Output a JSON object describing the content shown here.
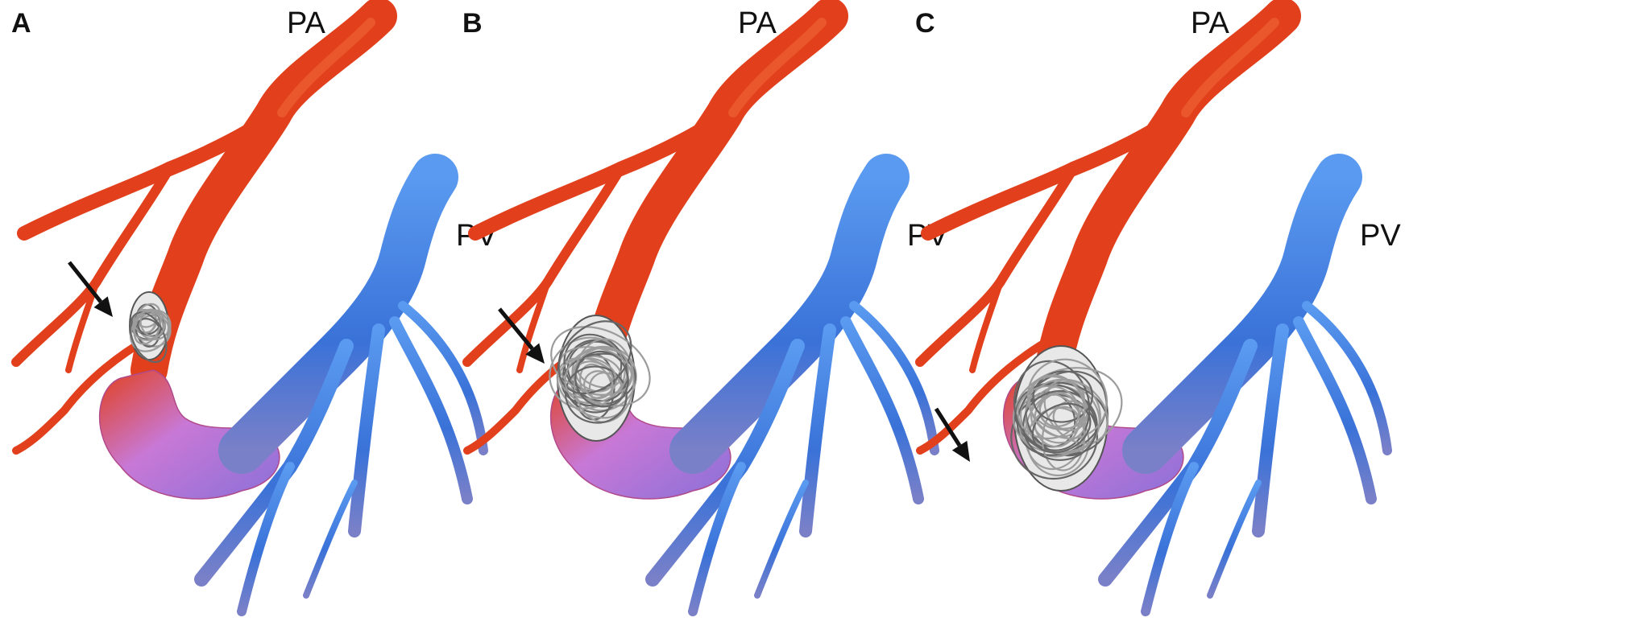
{
  "panels": [
    {
      "letter": "A",
      "pa_label": "PA",
      "pv_label": "PV"
    },
    {
      "letter": "B",
      "pa_label": "PA",
      "pv_label": "PV"
    },
    {
      "letter": "C",
      "pa_label": "PA",
      "pv_label": "PV"
    }
  ],
  "colors": {
    "artery": "#e2401c",
    "artery_highlight": "#f06a3a",
    "vein": "#3a72d8",
    "vein_highlight": "#5a9af0",
    "sac": "#c878d6",
    "coil": "#9a9a9a",
    "arrow": "#111111"
  },
  "icons": [
    "pulmonary-artery",
    "pulmonary-vein",
    "aneurysmal-sac",
    "embolization-coil",
    "pointer-arrow"
  ]
}
